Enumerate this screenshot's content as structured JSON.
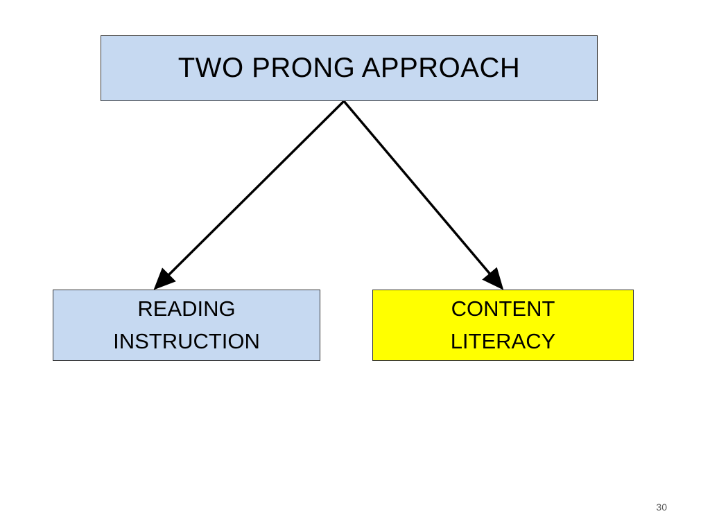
{
  "diagram": {
    "root": {
      "label": "TWO PRONG APPROACH",
      "fill": "#c6d9f1"
    },
    "children": [
      {
        "id": "reading-instruction",
        "label": "READING\nINSTRUCTION",
        "fill": "#c6d9f1"
      },
      {
        "id": "content-literacy",
        "label": "CONTENT\nLITERACY",
        "fill": "#ffff00"
      }
    ],
    "edges": [
      {
        "from": "root",
        "to": "reading-instruction"
      },
      {
        "from": "root",
        "to": "content-literacy"
      }
    ],
    "edge_color": "#000000"
  },
  "footer": {
    "page_number": "30"
  }
}
